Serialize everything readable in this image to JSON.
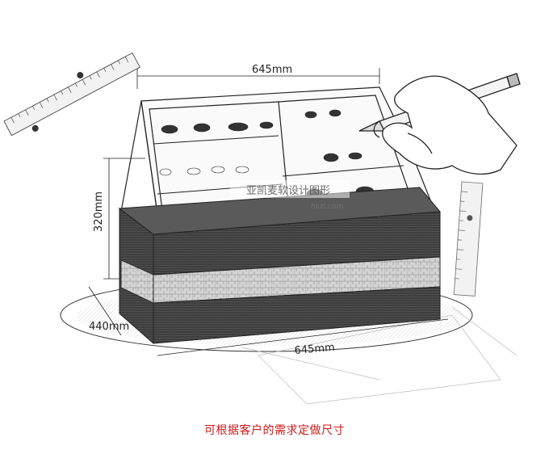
{
  "dimensions": {
    "top_width": "645mm",
    "height": "320mm",
    "depth": "440mm",
    "bottom_width": "645mm"
  },
  "watermark": {
    "text": "亚凯麦软设计图形",
    "url": "hkzl.com"
  },
  "caption": "可根据客户的需求定做尺寸",
  "colors": {
    "caption": "#d01818",
    "sketch_line": "#222222",
    "cabinet_wood": "#3a3a3a",
    "cabinet_stone": "#c8c8c8"
  }
}
